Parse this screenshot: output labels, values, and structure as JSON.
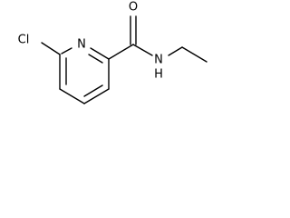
{
  "molecule": {
    "atoms": {
      "chlorine": "Cl",
      "ring_nitrogen": "N",
      "carbonyl_oxygen": "O",
      "amide_nitrogen": "N",
      "amide_hydrogen": "H"
    },
    "colors": {
      "bond": "#000000",
      "label": "#000000",
      "background": "#ffffff"
    }
  }
}
